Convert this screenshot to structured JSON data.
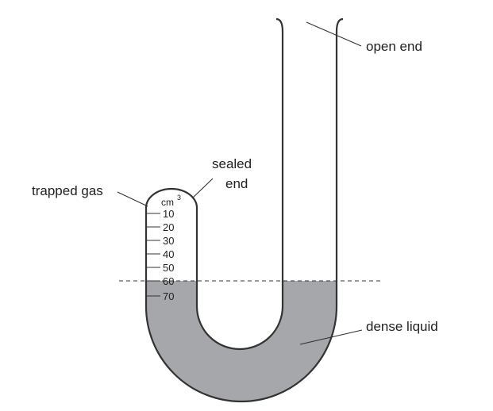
{
  "labels": {
    "open_end": "open end",
    "sealed_end_line1": "sealed",
    "sealed_end_line2": "end",
    "trapped_gas": "trapped gas",
    "dense_liquid": "dense liquid"
  },
  "scale": {
    "unit_base": "cm",
    "unit_exp": "3",
    "ticks": [
      "10",
      "20",
      "30",
      "40",
      "50",
      "60",
      "70"
    ]
  },
  "colors": {
    "liquid": "#a6a7aa",
    "outline": "#333333"
  }
}
